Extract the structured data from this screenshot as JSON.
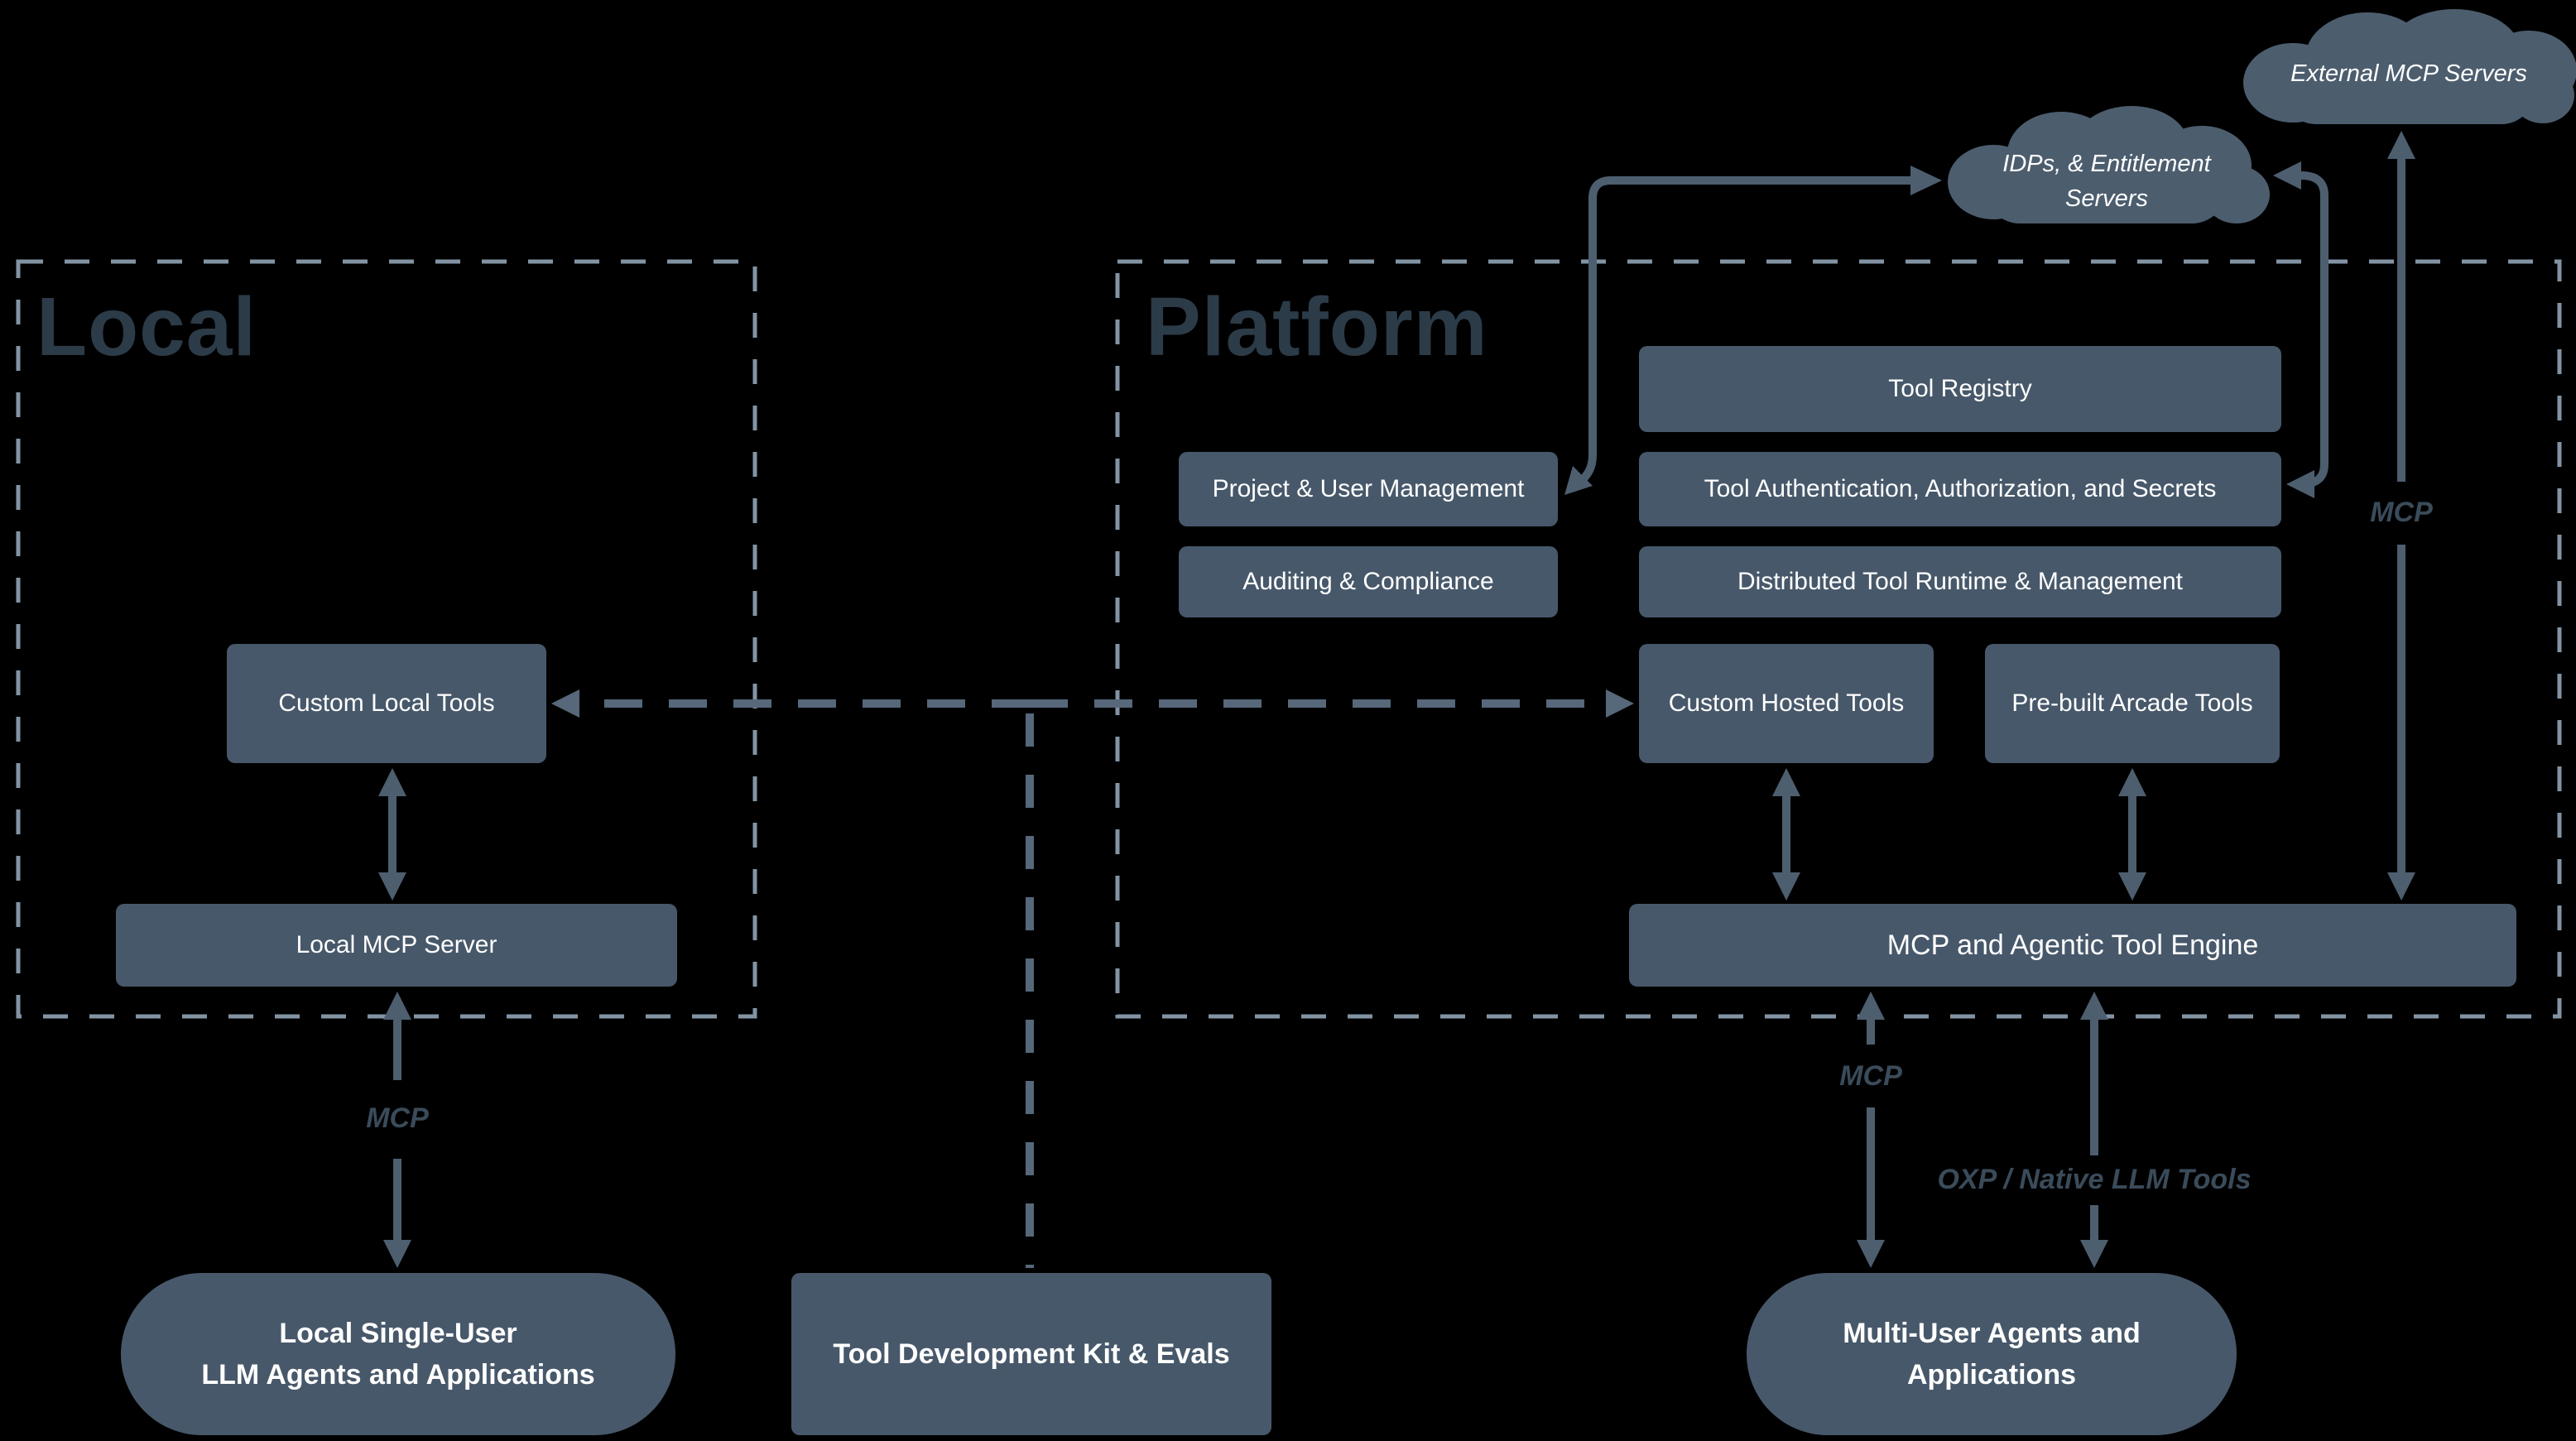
{
  "sections": {
    "local": {
      "title": "Local"
    },
    "platform": {
      "title": "Platform"
    }
  },
  "clouds": {
    "external": {
      "label": "External MCP Servers"
    },
    "idp": {
      "line1": "IDPs, & Entitlement",
      "line2": "Servers"
    }
  },
  "boxes": {
    "tool_registry": "Tool Registry",
    "project_user": "Project & User Management",
    "tool_auth": "Tool Authentication, Authorization, and Secrets",
    "auditing": "Auditing & Compliance",
    "distributed": "Distributed Tool Runtime & Management",
    "custom_local": "Custom Local Tools",
    "custom_hosted": "Custom Hosted Tools",
    "prebuilt": "Pre-built Arcade Tools",
    "local_mcp": "Local MCP Server",
    "engine": "MCP and Agentic Tool Engine",
    "tdk": "Tool Development Kit & Evals"
  },
  "pills": {
    "local_single": {
      "line1": "Local Single-User",
      "line2": "LLM Agents and Applications"
    },
    "multi": {
      "line1": "Multi-User Agents and",
      "line2": "Applications"
    }
  },
  "connector_labels": {
    "local_mcp": "MCP",
    "external_mcp": "MCP",
    "multi_mcp": "MCP",
    "oxp": "OXP / Native LLM Tools"
  },
  "colors": {
    "background": "#000000",
    "box_fill": "#47586a",
    "cloud_fill": "#4c5d6e",
    "arrow": "#4d5e6f",
    "dashed_arrow": "#56687a",
    "dashed_border": "#8294a4",
    "section_title": "#2c3b48",
    "connector_label": "#3a4b5a",
    "box_text": "#ffffff"
  }
}
